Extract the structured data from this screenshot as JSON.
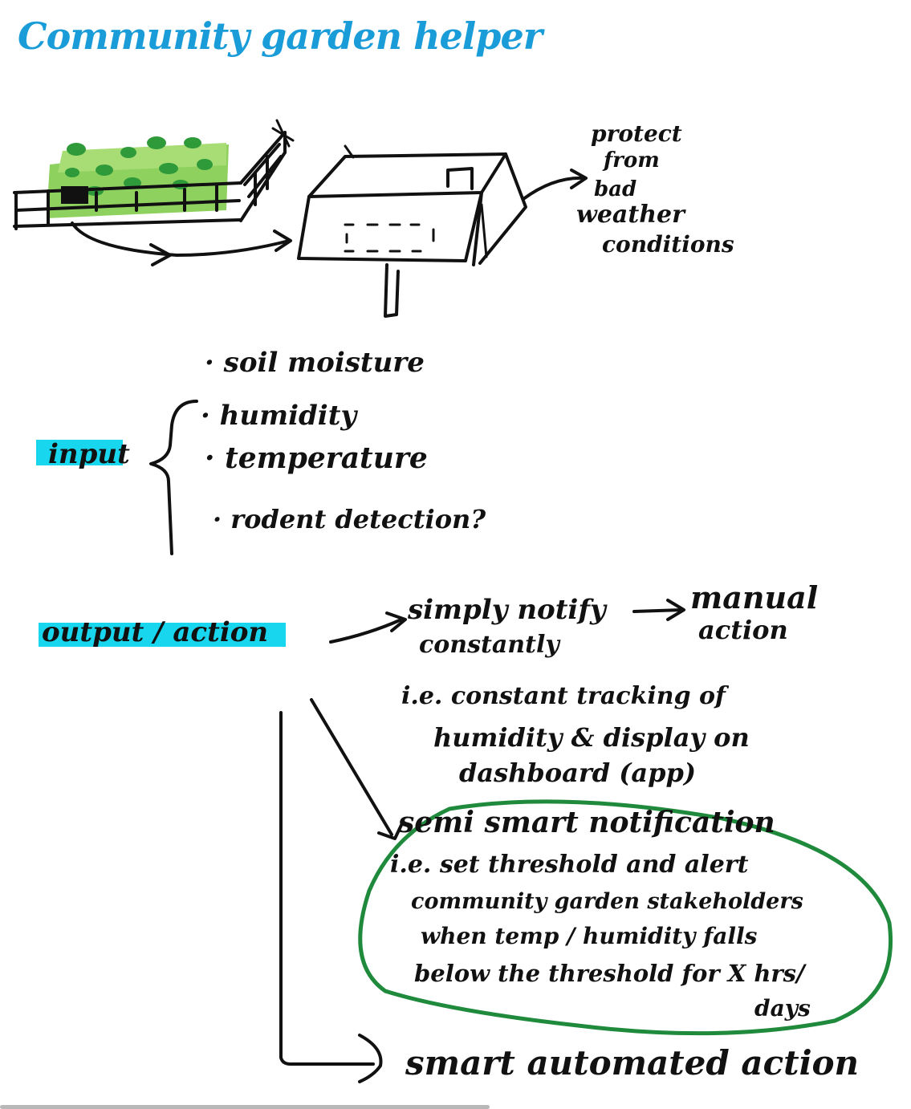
{
  "title": "Community garden helper",
  "sketch": {
    "arrow_note_lines": [
      "protect",
      "from",
      "bad",
      "weather",
      "conditions"
    ]
  },
  "inputs": {
    "label": "input",
    "items": [
      "· soil moisture",
      "· humidity",
      "· temperature",
      "· rodent detection?"
    ]
  },
  "outputs": {
    "label": "output / action",
    "option1_line1": "simply notify",
    "option1_line2": "constantly",
    "option1_result_line1": "manual",
    "option1_result_line2": "action",
    "option1_example_lines": [
      "i.e. constant tracking of",
      "humidity & display on",
      "dashboard (app)"
    ],
    "option2_title": "semi smart notification",
    "option2_example_lines": [
      "i.e. set threshold and alert",
      "community garden stakeholders",
      "when temp / humidity falls",
      "below the threshold for X hrs/",
      "days"
    ],
    "option3_title": "smart automated action"
  },
  "colors": {
    "title": "#1a9cd8",
    "highlight": "#18d6ee",
    "garden_green": "#8fd15e",
    "plant_green": "#2e9a3a",
    "circle": "#1f8a3c",
    "ink": "#111111"
  }
}
